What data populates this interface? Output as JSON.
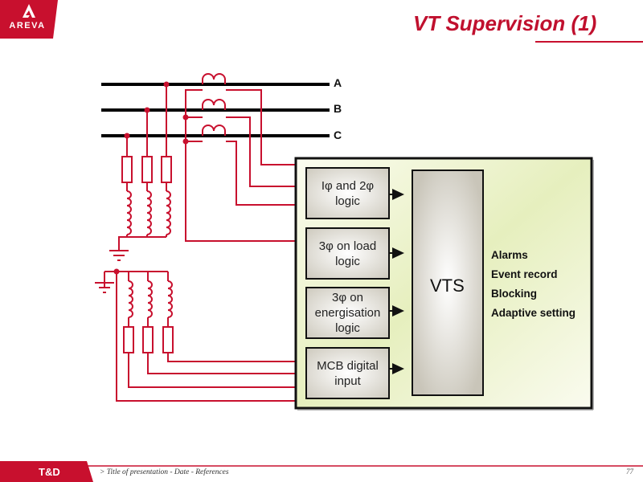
{
  "brand": {
    "logo_text": "AREVA",
    "division": "T&D",
    "accent_color": "#c8102e"
  },
  "slide": {
    "title": "VT Supervision (1)",
    "footer_text": "> Title of presentation - Date - References",
    "page_number": "77"
  },
  "diagram": {
    "bus_labels": [
      "A",
      "B",
      "C"
    ],
    "logic_blocks": [
      {
        "label": "Iφ and 2φ logic"
      },
      {
        "label": "3φ on load logic"
      },
      {
        "label": "3φ on energisation logic"
      },
      {
        "label": "MCB digital input"
      }
    ],
    "central_block": "VTS",
    "outputs": [
      "Alarms",
      "Event record",
      "Blocking",
      "Adaptive setting"
    ],
    "wire_color": "#c8102e",
    "bus_color": "#000000"
  }
}
